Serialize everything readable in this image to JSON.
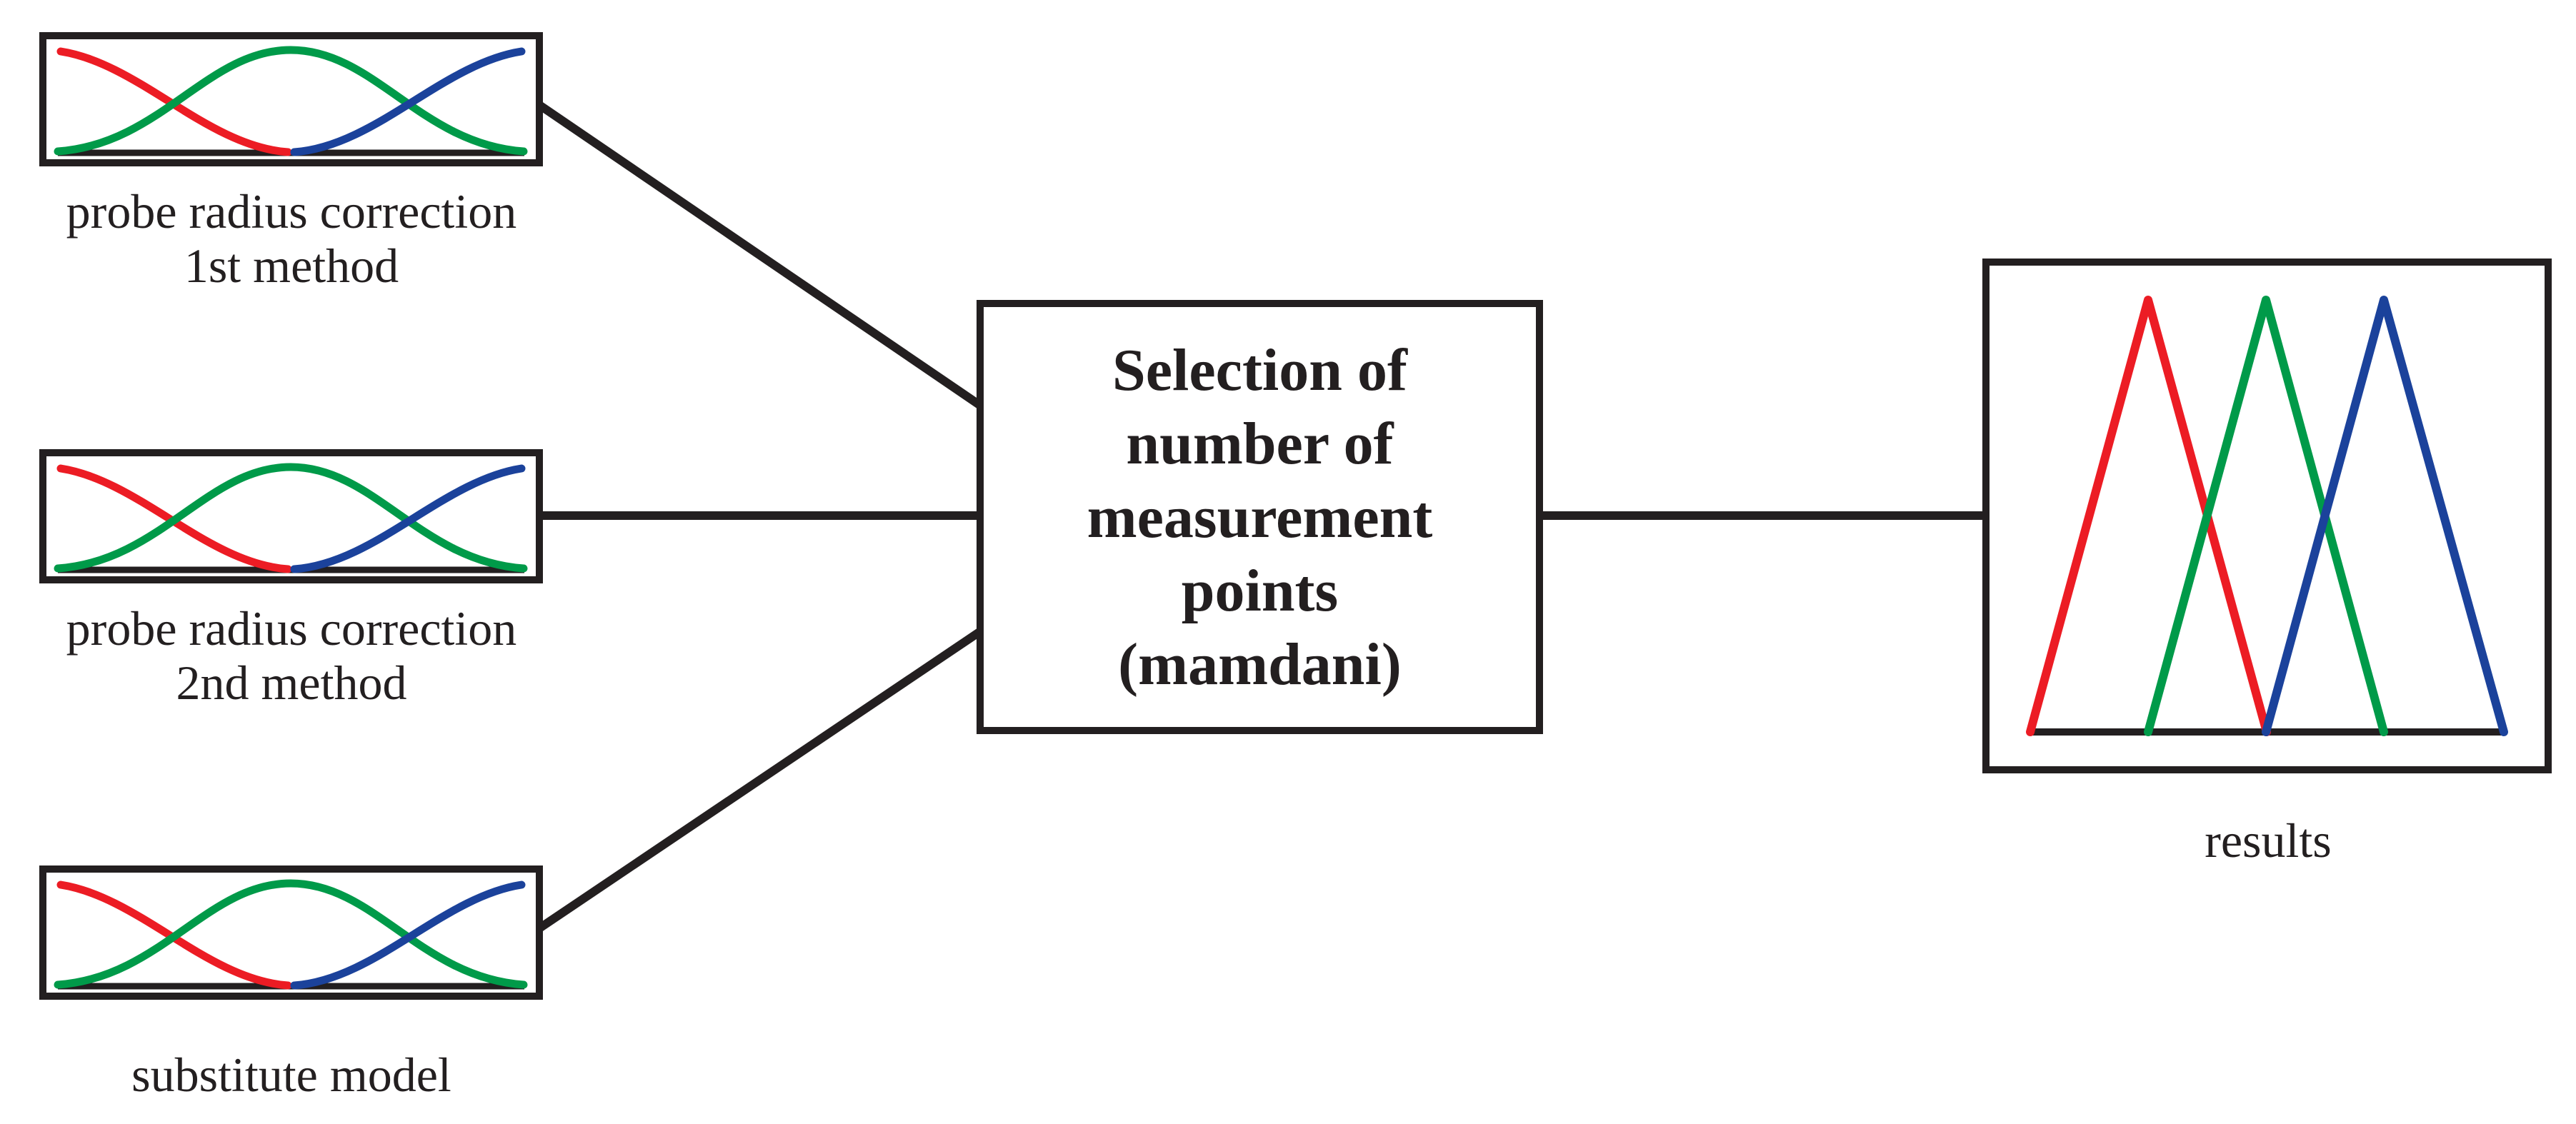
{
  "colors": {
    "stroke_black": "#231F20",
    "curve_red": "#EC1C24",
    "curve_green": "#009A49",
    "curve_blue": "#1B429B",
    "background": "#FFFFFF"
  },
  "input_boxes": [
    {
      "label_lines": [
        "probe radius correction",
        "1st method"
      ],
      "membership_curves": [
        "red-decreasing-sigmoid",
        "green-bell",
        "blue-increasing-sigmoid"
      ]
    },
    {
      "label_lines": [
        "probe radius correction",
        "2nd method"
      ],
      "membership_curves": [
        "red-decreasing-sigmoid",
        "green-bell",
        "blue-increasing-sigmoid"
      ]
    },
    {
      "label_lines": [
        "substitute model",
        ""
      ],
      "membership_curves": [
        "red-decreasing-sigmoid",
        "green-bell",
        "blue-increasing-sigmoid"
      ]
    }
  ],
  "process_box": {
    "lines": [
      "Selection of",
      "number of",
      "measurement",
      "points",
      "(mamdani)"
    ]
  },
  "output_box": {
    "label": "results",
    "membership_triangles": [
      "red-left",
      "green-center",
      "blue-right"
    ]
  },
  "connections": [
    {
      "from": "input-1",
      "to": "process"
    },
    {
      "from": "input-2",
      "to": "process"
    },
    {
      "from": "input-3",
      "to": "process"
    },
    {
      "from": "process",
      "to": "output"
    }
  ]
}
